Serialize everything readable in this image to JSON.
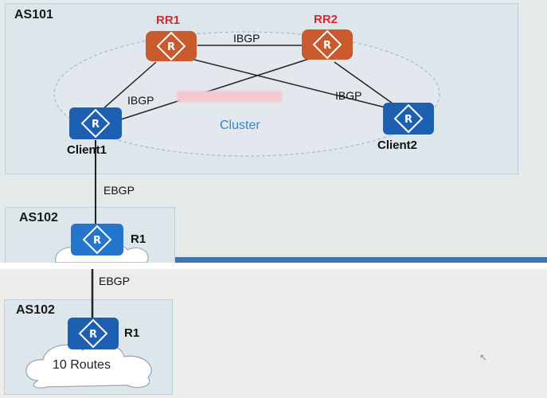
{
  "top": {
    "as101": "AS101",
    "rr1": "RR1",
    "rr2": "RR2",
    "ibgp_top": "IBGP",
    "ibgp_left": "IBGP",
    "ibgp_right": "IBGP",
    "cluster": "Cluster",
    "client1": "Client1",
    "client2": "Client2",
    "ebgp": "EBGP",
    "as102": "AS102",
    "r1": "R1"
  },
  "bottom": {
    "ebgp": "EBGP",
    "as102": "AS102",
    "r1": "R1",
    "cloud_text": "10 Routes"
  },
  "colors": {
    "rr": "#c85a2e",
    "client": "#1d5fb0",
    "r1": "#2476cc",
    "cluster_text": "#2a8ad6"
  }
}
